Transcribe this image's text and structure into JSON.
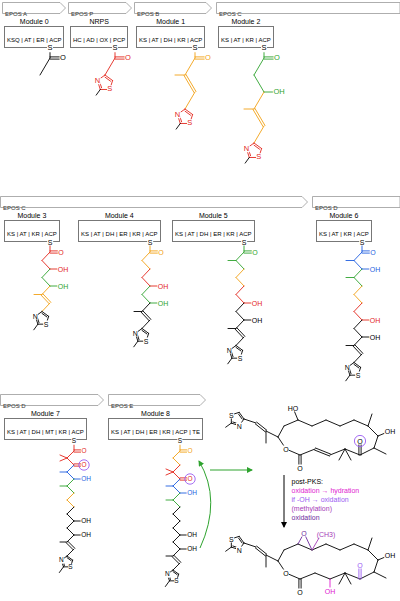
{
  "diagram": {
    "nodes": [
      {
        "text": [
          "EPOS A"
        ]
      },
      {
        "text": [
          "Module 0",
          "KSQ | AT | ER | ACP"
        ]
      },
      {
        "text": [
          "EPOS P"
        ]
      },
      {
        "text": [
          "NRPS",
          "HC | AD | OX | PCP"
        ]
      },
      {
        "text": [
          "EPOS B"
        ]
      },
      {
        "text": [
          "Module 1",
          "KS | AT | DH | KR | ACP"
        ]
      },
      {
        "text": [
          "EPOS C"
        ]
      },
      {
        "text": [
          "Module 2",
          "KS | AT | KR | ACP"
        ]
      },
      {
        "text": [
          "EPOS C"
        ]
      },
      {
        "text": [
          "Module 3",
          "KS | AT | KR | ACP"
        ]
      },
      {
        "text": [
          "Module 4",
          "KS | AT | DH | ER | KR | ACP"
        ]
      },
      {
        "text": [
          "Module 5",
          "KS | AT | DH | ER | KR | ACP"
        ]
      },
      {
        "text": [
          "EPOS D"
        ]
      },
      {
        "text": [
          "Module 6",
          "KS | AT | KR | ACP"
        ]
      },
      {
        "text": [
          "EPOS D"
        ]
      },
      {
        "text": [
          "Module 7",
          "KS | AT | DH | MT | KR | ACP"
        ]
      },
      {
        "text": [
          "EPOS E"
        ]
      },
      {
        "text": [
          "Module 8",
          "KS | AT | DH | ER | KR | ACP | TE"
        ]
      }
    ],
    "labels": [
      "S",
      "O",
      "S",
      "O",
      "S",
      "N",
      "S",
      "O",
      "S",
      "N",
      "S",
      "O",
      "OH",
      "S",
      "N",
      "S",
      "O",
      "OH",
      "OH",
      "S",
      "N",
      "S",
      "O",
      "OH",
      "OH",
      "S",
      "N",
      "S",
      "O",
      "OH",
      "OH",
      "S",
      "N",
      "S",
      "O",
      "OH",
      "OH",
      "OH",
      "S",
      "N",
      "S",
      "O",
      "O",
      "OH",
      "OH",
      "OH",
      "S",
      "N",
      "S",
      "O",
      "O",
      "OH",
      "OH",
      "OH",
      "S",
      "N",
      "S",
      "N",
      "HO",
      "O",
      "O",
      "O",
      "OH",
      "post-PKS:",
      "oxidation → hydration",
      "if -OH → oxidation",
      "(methylation)",
      "oxidation",
      "S",
      "N",
      "O",
      "(CH3)",
      "O",
      "O",
      "OH",
      "O",
      "OH"
    ]
  }
}
